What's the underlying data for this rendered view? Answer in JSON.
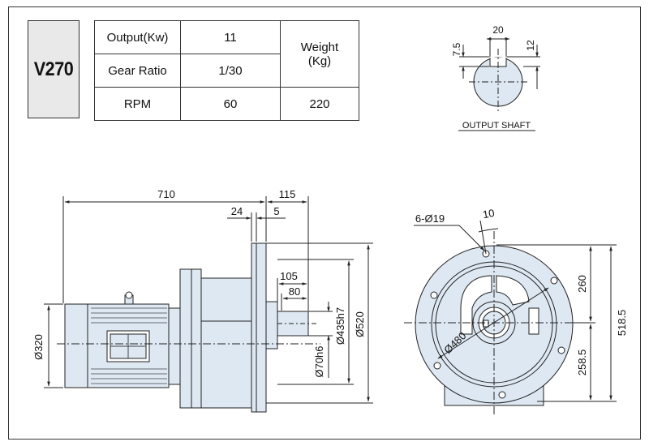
{
  "model": "V270",
  "specs": {
    "output_label": "Output(Kw)",
    "output_value": "11",
    "ratio_label": "Gear Ratio",
    "ratio_value": "1/30",
    "rpm_label": "RPM",
    "rpm_value": "60",
    "weight_label_1": "Weight",
    "weight_label_2": "(Kg)",
    "weight_value": "220"
  },
  "shaft": {
    "caption": "OUTPUT SHAFT",
    "dim_width": "20",
    "dim_left": "7.5",
    "dim_right": "12"
  },
  "side_view": {
    "dim_710": "710",
    "dim_115": "115",
    "dim_24": "24",
    "dim_5": "5",
    "dim_105": "105",
    "dim_80": "80",
    "dim_d320": "Ø320",
    "dim_d435": "Ø435h7",
    "dim_d520": "Ø520",
    "dim_d70": "Ø70h6"
  },
  "front_view": {
    "holes": "6-Ø19",
    "dim_10": "10",
    "dim_d480": "Ø480",
    "dim_260": "260",
    "dim_258": "258.5",
    "dim_518": "518.5"
  },
  "colors": {
    "part_fill": "#dde8f2",
    "line": "#222222"
  }
}
